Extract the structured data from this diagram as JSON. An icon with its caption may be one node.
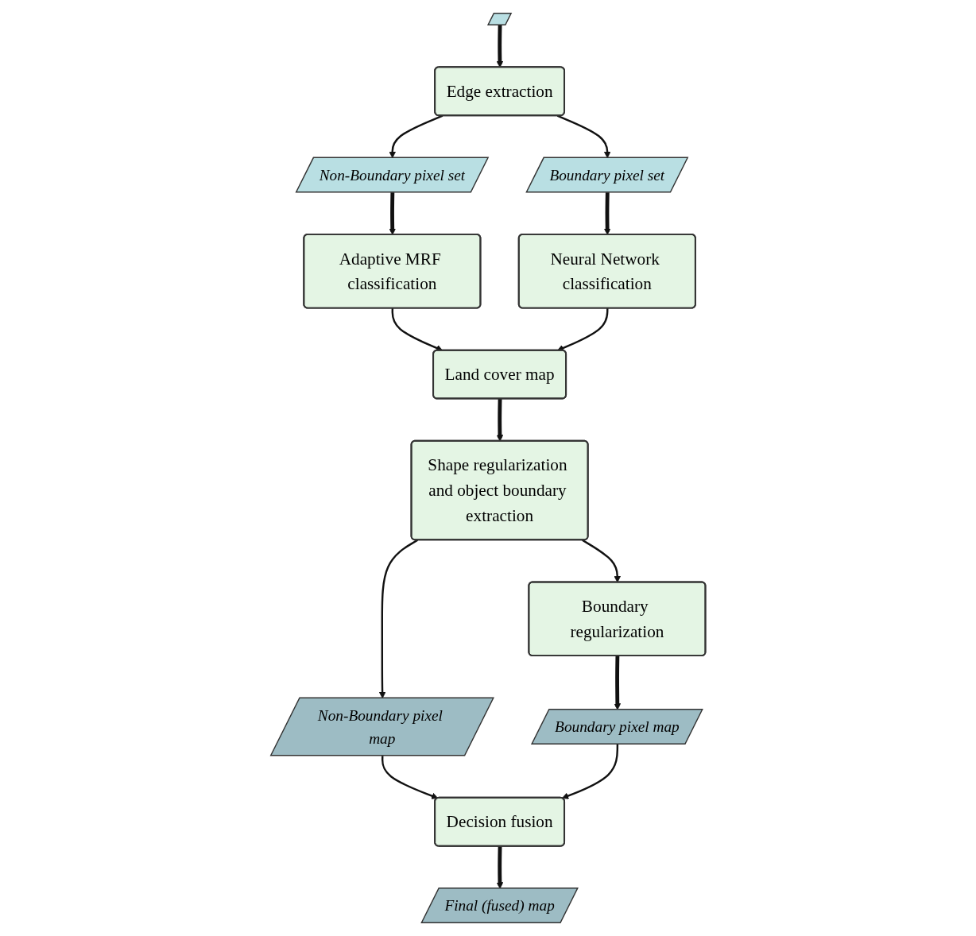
{
  "diagram": {
    "nodes": [
      {
        "text": [],
        "shape": "parallelogram"
      },
      {
        "text": [
          "Non-Boundary pixel set"
        ]
      },
      {
        "text": [
          "Boundary pixel set"
        ]
      },
      {
        "text": [
          "Edge extraction"
        ]
      },
      {
        "text": [
          "Adaptive MRF classification"
        ]
      },
      {
        "text": [
          "Land cover map"
        ]
      },
      {
        "text": [
          "Neural Network classification"
        ]
      },
      {
        "text": [
          "Shape regularization and object boundary extraction"
        ]
      },
      {
        "text": [
          "Boundary regularization"
        ]
      },
      {
        "text": [
          "Non-Boundary pixel map"
        ]
      },
      {
        "text": [
          "Decision fusion"
        ]
      },
      {
        "text": [
          "Boundary pixel map"
        ]
      },
      {
        "text": [
          "Final (fused) map"
        ]
      }
    ],
    "edges": [
      {
        "from": 0,
        "to": 3,
        "arrow": "to",
        "style": "thick"
      },
      {
        "from": 3,
        "to": 1,
        "arrow": "to"
      },
      {
        "from": 3,
        "to": 2,
        "arrow": "to"
      },
      {
        "from": 1,
        "to": 4,
        "arrow": "to",
        "style": "thick"
      },
      {
        "from": 2,
        "to": 6,
        "arrow": "to",
        "style": "thick"
      },
      {
        "from": 4,
        "to": 5,
        "arrow": "to"
      },
      {
        "from": 6,
        "to": 5,
        "arrow": "to"
      },
      {
        "from": 5,
        "to": 7,
        "arrow": "to",
        "style": "thick"
      },
      {
        "from": 7,
        "to": 8,
        "arrow": "to"
      },
      {
        "from": 7,
        "to": 9,
        "arrow": "to"
      },
      {
        "from": 8,
        "to": 11,
        "arrow": "to",
        "style": "thick"
      },
      {
        "from": 9,
        "to": 10,
        "arrow": "to"
      },
      {
        "from": 11,
        "to": 10,
        "arrow": "to"
      },
      {
        "from": 10,
        "to": 12,
        "arrow": "to",
        "style": "thick"
      }
    ]
  }
}
